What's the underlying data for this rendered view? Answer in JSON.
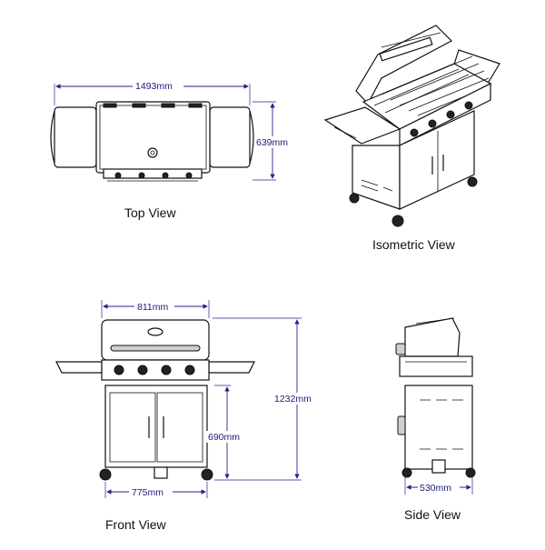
{
  "views": {
    "top": {
      "title": "Top View",
      "width_label": "1493mm",
      "depth_label": "639mm"
    },
    "isometric": {
      "title": "Isometric View"
    },
    "front": {
      "title": "Front View",
      "width_label": "811mm",
      "height_label": "1232mm",
      "cart_height_label": "690mm",
      "base_width_label": "775mm"
    },
    "side": {
      "title": "Side View",
      "depth_label": "530mm"
    }
  },
  "colors": {
    "dimension": "#23238f",
    "ink": "#111111"
  }
}
